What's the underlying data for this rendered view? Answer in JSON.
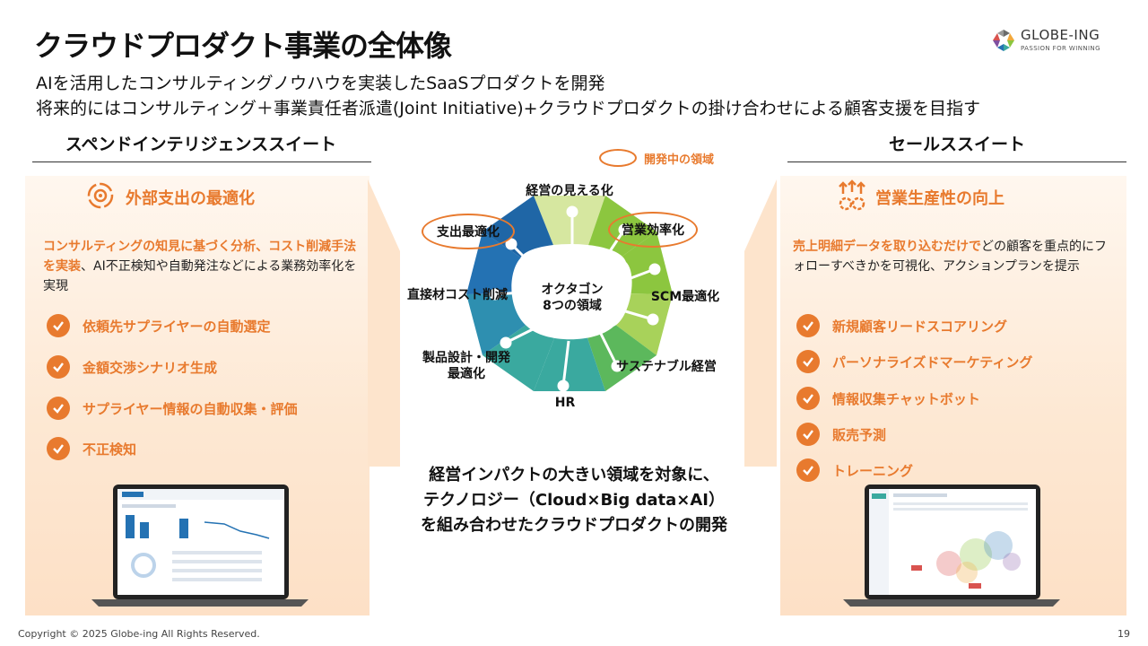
{
  "header": {
    "title": "クラウドプロダクト事業の全体像",
    "subtitle1": "AIを活用したコンサルティングノウハウを実装したSaaSプロダクトを開発",
    "subtitle2": "将来的にはコンサルティング＋事業責任者派遣(Joint Initiative)+クラウドプロダクトの掛け合わせによる顧客支援を目指す"
  },
  "logo": {
    "name": "GLOBE-ING",
    "tagline": "PASSION FOR WINNING",
    "icon": "globe-ing-logo-icon"
  },
  "left": {
    "section_title": "スペンドインテリジェンススイート",
    "feature_title": "外部支出の最適化",
    "desc_highlight": "コンサルティングの知見に基づく分析、コスト削減手法を実装",
    "desc_rest": "、AI不正検知や自動発注などによる業務効率化を実現",
    "items": [
      "依頼先サプライヤーの自動選定",
      "金額交渉シナリオ生成",
      "サプライヤー情報の自動収集・評価",
      "不正検知"
    ]
  },
  "right": {
    "section_title": "セールススイート",
    "feature_title": "営業生産性の向上",
    "desc_highlight": "売上明細データを取り込むだけで",
    "desc_rest": "どの顧客を重点的にフォローすべきかを可視化、アクションプランを提示",
    "items": [
      "新規顧客リードスコアリング",
      "パーソナライズドマーケティング",
      "情報収集チャットボット",
      "販売予測",
      "トレーニング"
    ]
  },
  "center": {
    "legend": "開発中の領域",
    "hub_line1": "オクタゴン",
    "hub_line2": "8つの領域",
    "domains": {
      "top": "経営の見える化",
      "top_right": "営業効率化",
      "right": "SCM最適化",
      "bottom_right": "サステナブル経営",
      "bottom": "HR",
      "bottom_left_line1": "製品設計・開発",
      "bottom_left_line2": "最適化",
      "left": "直接材コスト削減",
      "top_left": "支出最適化"
    },
    "message_line1": "経営インパクトの大きい領域を対象に、",
    "message_line2": "テクノロジー（Cloud×Big data×AI）",
    "message_line3": "を組み合わせたクラウドプロダクトの開発"
  },
  "colors": {
    "accent": "#e87a2e",
    "blue": "#2472b3",
    "green": "#8cc63f",
    "teal": "#3aa99f"
  },
  "footer": {
    "copyright": "Copyright © 2025 Globe-ing All Rights Reserved.",
    "page": "19"
  }
}
